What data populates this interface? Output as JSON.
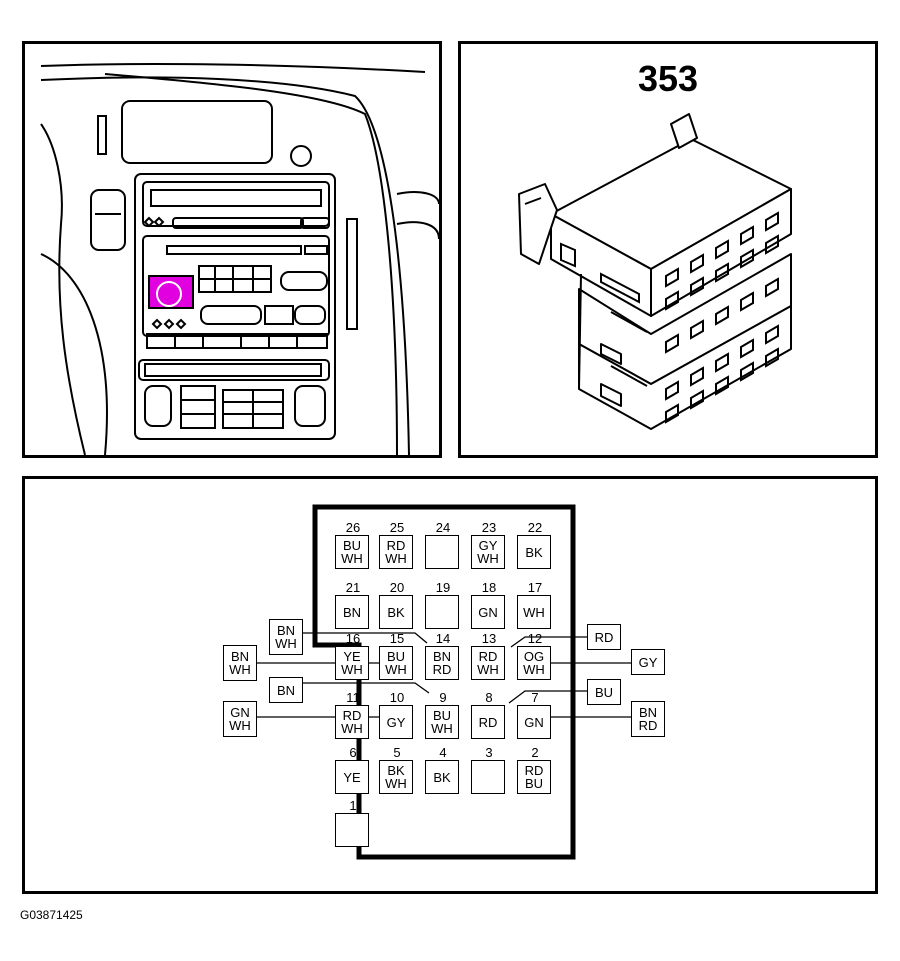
{
  "location_view": {
    "highlight_color": "#e000e0"
  },
  "connector_view": {
    "connector_id": "353"
  },
  "pinout": {
    "pins": [
      {
        "num": "26",
        "colors": [
          "BU",
          "WH"
        ]
      },
      {
        "num": "25",
        "colors": [
          "RD",
          "WH"
        ]
      },
      {
        "num": "24",
        "colors": []
      },
      {
        "num": "23",
        "colors": [
          "GY",
          "WH"
        ]
      },
      {
        "num": "22",
        "colors": [
          "BK"
        ]
      },
      {
        "num": "21",
        "colors": [
          "BN"
        ]
      },
      {
        "num": "20",
        "colors": [
          "BK"
        ]
      },
      {
        "num": "19",
        "colors": []
      },
      {
        "num": "18",
        "colors": [
          "GN"
        ]
      },
      {
        "num": "17",
        "colors": [
          "WH"
        ]
      },
      {
        "num": "16",
        "colors": [
          "YE",
          "WH"
        ]
      },
      {
        "num": "15",
        "colors": [
          "BU",
          "WH"
        ]
      },
      {
        "num": "14",
        "colors": [
          "BN",
          "RD"
        ]
      },
      {
        "num": "13",
        "colors": [
          "RD",
          "WH"
        ]
      },
      {
        "num": "12",
        "colors": [
          "OG",
          "WH"
        ]
      },
      {
        "num": "11",
        "colors": [
          "RD",
          "WH"
        ]
      },
      {
        "num": "10",
        "colors": [
          "GY"
        ]
      },
      {
        "num": "9",
        "colors": [
          "BU",
          "WH"
        ]
      },
      {
        "num": "8",
        "colors": [
          "RD"
        ]
      },
      {
        "num": "7",
        "colors": [
          "GN"
        ]
      },
      {
        "num": "6",
        "colors": [
          "YE"
        ]
      },
      {
        "num": "5",
        "colors": [
          "BK",
          "WH"
        ]
      },
      {
        "num": "4",
        "colors": [
          "BK"
        ]
      },
      {
        "num": "3",
        "colors": []
      },
      {
        "num": "2",
        "colors": [
          "RD",
          "BU"
        ]
      },
      {
        "num": "1",
        "colors": []
      }
    ],
    "external_labels": [
      {
        "id": "ext-bn-wh-top",
        "lines": [
          "BN",
          "WH"
        ]
      },
      {
        "id": "ext-bn-wh-left",
        "lines": [
          "BN",
          "WH"
        ]
      },
      {
        "id": "ext-bn",
        "lines": [
          "BN"
        ]
      },
      {
        "id": "ext-gn-wh",
        "lines": [
          "GN",
          "WH"
        ]
      },
      {
        "id": "ext-rd",
        "lines": [
          "RD"
        ]
      },
      {
        "id": "ext-gy",
        "lines": [
          "GY"
        ]
      },
      {
        "id": "ext-bu",
        "lines": [
          "BU"
        ]
      },
      {
        "id": "ext-bn-rd",
        "lines": [
          "BN",
          "RD"
        ]
      }
    ]
  },
  "figure_code": "G03871425"
}
